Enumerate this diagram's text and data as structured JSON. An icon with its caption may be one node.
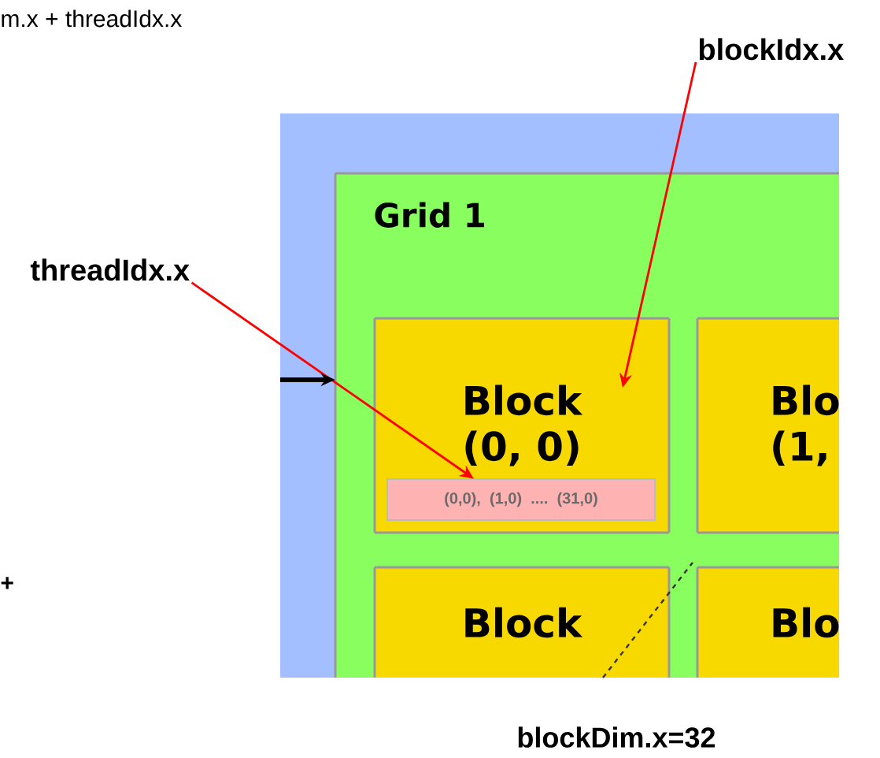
{
  "diagram": {
    "nodes": [
      {
        "text": [],
        "shape": "box"
      },
      {
        "text": [
          "Grid 1"
        ],
        "in": 0
      },
      {
        "text": [
          "Block (0, 0)"
        ],
        "in": 1
      },
      {
        "text": [
          "(0,0), (1,0) .... (31,0)"
        ],
        "in": 2
      },
      {
        "text": [
          "Blo (1,"
        ],
        "in": 1
      },
      {
        "text": [
          "Block"
        ],
        "in": 1
      },
      {
        "text": [
          "Blo"
        ],
        "in": 1
      },
      {
        "text": [
          "threadIdx.x"
        ]
      },
      {
        "text": [
          "blockIdx.x"
        ]
      }
    ],
    "edges": [
      {
        "from": 7,
        "to": 3,
        "arrow": "to"
      },
      {
        "from": 8,
        "to": 2,
        "arrow": "to"
      },
      {
        "from": null,
        "to": 1,
        "arrow": "to",
        "style": "thick",
        "color": "#000000"
      }
    ],
    "labels": [
      "m.x + threadIdx.x",
      "+",
      "blockDim.x=32"
    ]
  }
}
